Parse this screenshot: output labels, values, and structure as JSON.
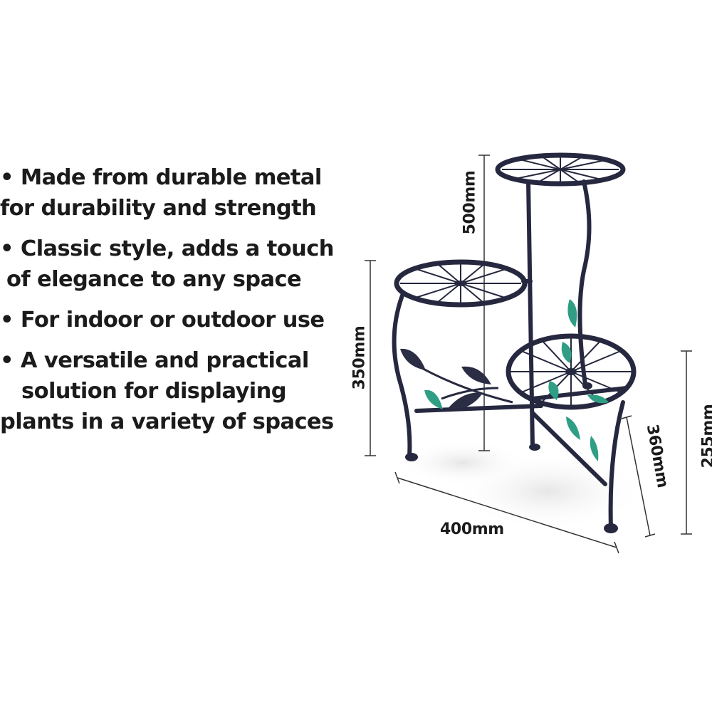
{
  "features": [
    {
      "lines": [
        "• Made from durable metal",
        "for durability and strength"
      ]
    },
    {
      "lines": [
        "• Classic style, adds a touch",
        "of elegance to any space"
      ]
    },
    {
      "lines": [
        "• For indoor or outdoor use"
      ]
    },
    {
      "lines": [
        "• A versatile and practical",
        "solution for displaying",
        "plants in a variety of spaces"
      ]
    }
  ],
  "dimensions": {
    "top_height": "500mm",
    "left_height": "350mm",
    "right_depth": "360mm",
    "right_height": "255mm",
    "width": "400mm"
  },
  "colors": {
    "metal": "#26283f",
    "leaf_green": "#2f9e84",
    "leaf_dark": "#2a2d44",
    "text": "#1b1b1b"
  }
}
